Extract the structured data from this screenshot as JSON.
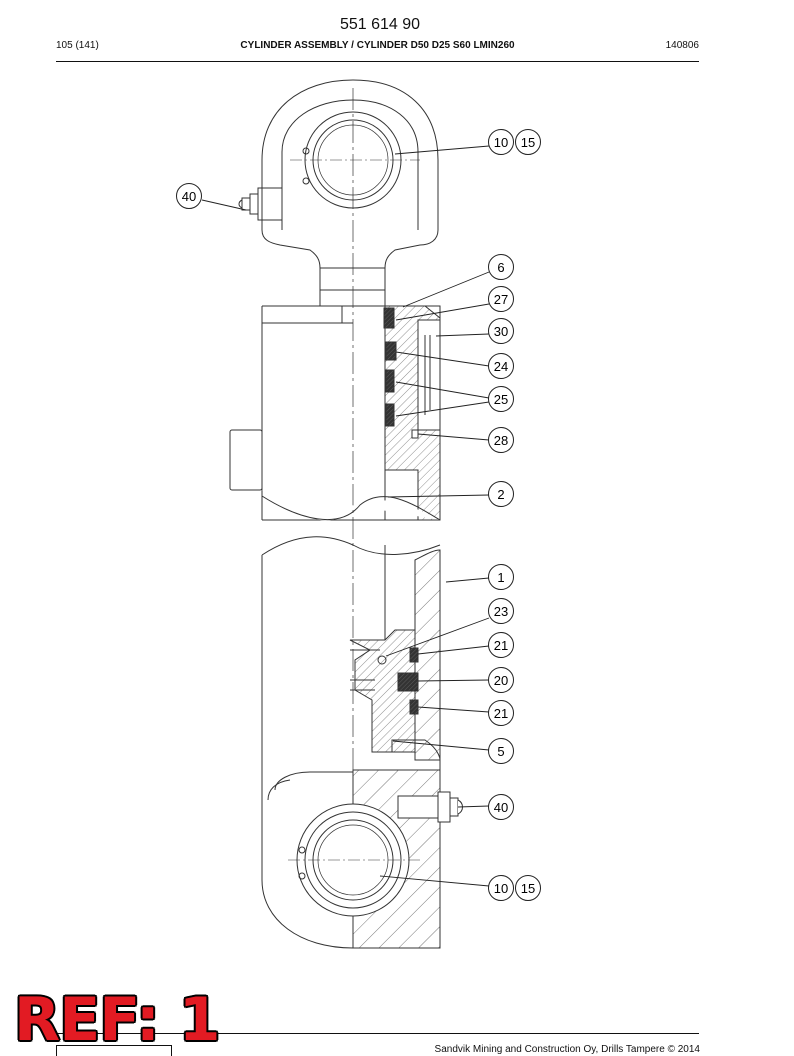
{
  "document": {
    "number": "551 614 90",
    "page": "105 (141)",
    "title": "CYLINDER ASSEMBLY / CYLINDER D50 D25 S60 LMIN260",
    "code": "140806",
    "footer": "Sandvik Mining and Construction Oy, Drills Tampere © 2014"
  },
  "stamp": {
    "text": "REF: 1",
    "color": "#e21b23"
  },
  "callouts": {
    "c1": "10",
    "c2": "15",
    "c3": "40",
    "c4": "6",
    "c5": "27",
    "c6": "30",
    "c7": "24",
    "c8": "25",
    "c9": "28",
    "c10": "2",
    "c11": "1",
    "c12": "23",
    "c13": "21",
    "c14": "20",
    "c15": "21",
    "c16": "5",
    "c17": "40",
    "c18": "10",
    "c19": "15"
  }
}
